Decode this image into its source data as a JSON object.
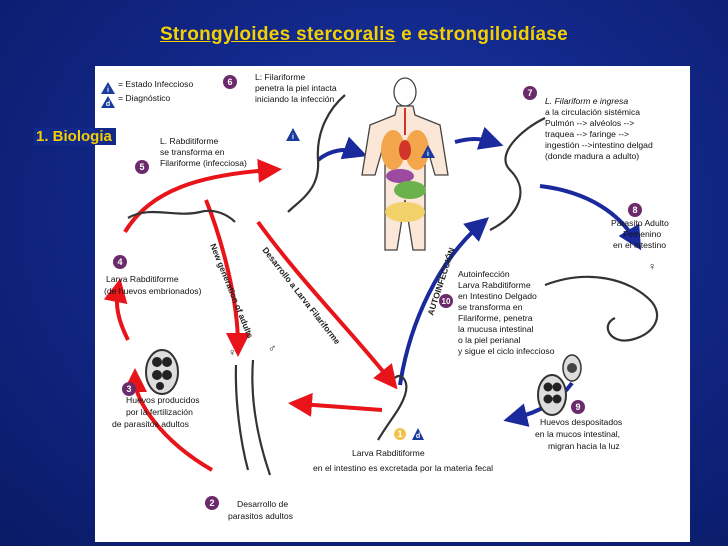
{
  "slide": {
    "title_part1": "Strongyloides stercoralis",
    "title_part2": " e estrongiloidíase",
    "subtitle": "1. Biologia"
  },
  "legend": {
    "infective_text": "= Estado Infeccioso",
    "diagnostic_text": "= Diagnóstico",
    "infective_symbol": "i",
    "diagnostic_symbol": "d"
  },
  "stages": [
    {
      "n": "1",
      "lines": [
        "Larva Rabditiforme",
        "en el intestino es excretada por la materia fecal"
      ]
    },
    {
      "n": "2",
      "lines": [
        "Desarrollo de",
        "parasitos adultos"
      ]
    },
    {
      "n": "3",
      "lines": [
        "Huevos producidos",
        "por la fertilización",
        "de parasitos adultos"
      ]
    },
    {
      "n": "4",
      "lines": [
        "Larva Rabditiforme",
        "(de huevos embrionados)"
      ]
    },
    {
      "n": "5",
      "lines": [
        "L. Rabditiforme",
        "se transforma en",
        "Filariforme (infecciosa)"
      ]
    },
    {
      "n": "6",
      "lines": [
        "L: Filariforme",
        "penetra la piel intacta",
        "iniciando la infección"
      ]
    },
    {
      "n": "7",
      "lines": [
        "L. Filariform e ingresa",
        "a la circulación sistémica",
        "Pulmón --> alvéolos -->",
        "traquea --> faringe -->",
        "ingestión -->intestino delgad",
        "(donde madura a adulto)"
      ]
    },
    {
      "n": "8",
      "lines": [
        "Parasito Adulto",
        "Femenino",
        "en el intestino"
      ]
    },
    {
      "n": "9",
      "lines": [
        "Huevos despositados",
        "en la mucos intestinal,",
        "migran hacia la luz"
      ]
    },
    {
      "n": "10",
      "lines": [
        "Autoinfección",
        "Larva Rabditiforme",
        "en Intestino Delgado",
        "se transforma en",
        "Filariforme, penetra",
        "la mucusa intestinal",
        "o la piel perianal",
        "y sigue el ciclo infeccioso"
      ]
    }
  ],
  "path_labels": {
    "new_generation": "New generation of adults",
    "development": "Desarrollo a Larva Filariforme",
    "autoinfection": "AUTOINFECCIÓN"
  },
  "sex_symbols": {
    "female": "♀",
    "male": "♂"
  },
  "colors": {
    "red_arrow": "#e8141a",
    "blue_arrow": "#1a2a9c",
    "stage_circle": "#6b2a6b",
    "title": "#f5d000",
    "infective_marker": "#1a3a9c",
    "diagnostic_marker": "#1a3a9c"
  }
}
